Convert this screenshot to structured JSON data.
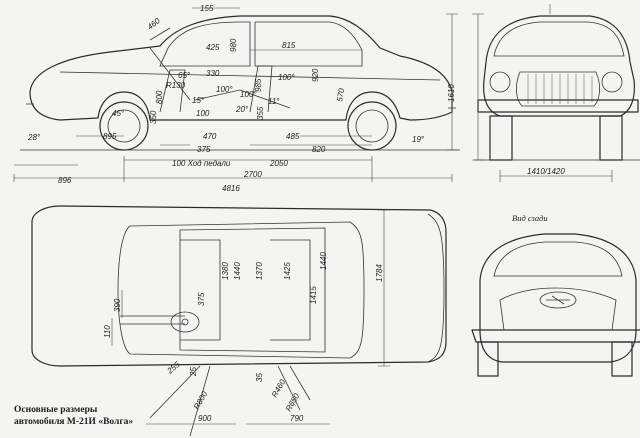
{
  "caption": {
    "line1": "Основные размеры",
    "line2": "автомобиля М-21И «Волга»"
  },
  "rear_view_label": "Вид сзади",
  "side_view": {
    "d155": "155",
    "d460": "460",
    "d425": "425",
    "d980": "980",
    "d815": "815",
    "d330": "330",
    "d65": "65°",
    "r130": "R130",
    "d100a": "100°",
    "d15": "15°",
    "d100b": "100",
    "d20": "20°",
    "d100c": "100°",
    "d985": "985",
    "d355": "355",
    "d11": "11°",
    "d100d": "100°",
    "d920": "920",
    "d570": "570",
    "d45": "45°",
    "d800": "800",
    "d350": "350",
    "d28": "28°",
    "d895": "895",
    "d470": "470",
    "d485": "485",
    "d19": "19°",
    "d375": "375",
    "d820": "820",
    "pedal": "100 Ход педали",
    "d2050": "2050",
    "d2700": "2700",
    "d896": "896",
    "d4816": "4816"
  },
  "front_view": {
    "height": "1610",
    "track": "1410/1420"
  },
  "top_view": {
    "d1380": "1380",
    "d1440a": "1440",
    "d1370": "1370",
    "d1425": "1425",
    "d1440b": "1440",
    "d1415": "1415",
    "d1784": "1784",
    "d375": "375",
    "d390": "390",
    "d110": "110",
    "d255": "255",
    "d25": "25",
    "r800": "R800",
    "d35": "35",
    "r460": "R460",
    "r650": "R650",
    "d900": "900",
    "d790": "790"
  }
}
